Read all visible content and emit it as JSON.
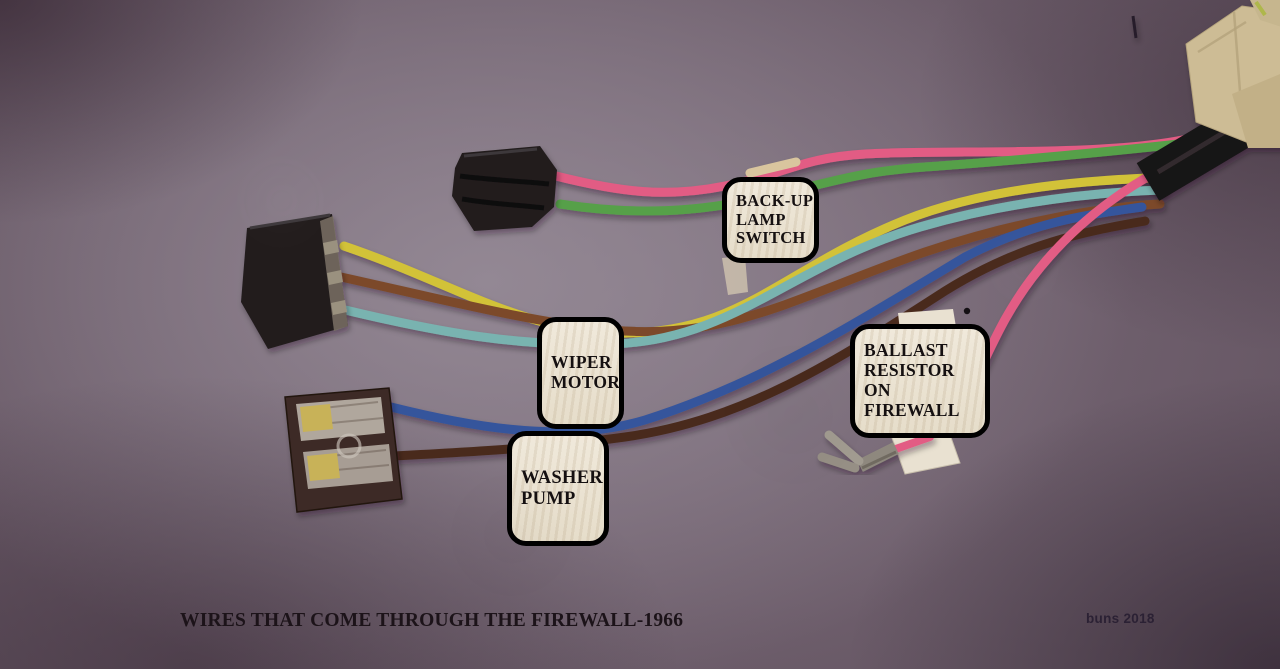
{
  "scene": {
    "type": "annotated photo of wiring harness",
    "caption": "WIRES THAT COME THROUGH THE FIREWALL-1966",
    "credit": "buns 2018"
  },
  "labels": {
    "backup_lamp_switch": {
      "line1": "BACK-UP",
      "line2": "LAMP",
      "line3": "SWITCH"
    },
    "wiper_motor": {
      "line1": "WIPER",
      "line2": "MOTOR"
    },
    "washer_pump": {
      "line1": "WASHER",
      "line2": "PUMP"
    },
    "ballast_resistor": {
      "line1": "BALLAST",
      "line2": "RESISTOR",
      "line3": "ON FIREWALL"
    }
  },
  "wires": [
    {
      "color_name": "pink",
      "to": "back-up lamp switch connector"
    },
    {
      "color_name": "green",
      "to": "back-up lamp switch connector"
    },
    {
      "color_name": "yellow",
      "to": "wiper motor connector"
    },
    {
      "color_name": "brown",
      "to": "wiper motor connector"
    },
    {
      "color_name": "teal",
      "to": "wiper motor connector"
    },
    {
      "color_name": "blue",
      "to": "washer pump connector"
    },
    {
      "color_name": "dark brown",
      "to": "washer pump connector"
    },
    {
      "color_name": "pink",
      "to": "ballast resistor spade terminal"
    }
  ],
  "colors": {
    "wires": {
      "pink": "#e25c84",
      "green": "#56a04a",
      "yellow": "#d2c239",
      "teal": "#79b3b0",
      "brown": "#7b4a2c",
      "dark_brown": "#4a2b1e",
      "blue": "#36549c",
      "splice_tape": "#d9c59e"
    },
    "connector_black": "#221d1e",
    "connector_groove": "#0f0c0d",
    "connector_highlight": "#3e383a",
    "connector_strip": "#756d60",
    "connector_slot": "#9a917f",
    "washer_body": "#3d2a26",
    "washer_window": "#b0a79d",
    "washer_terminal_brass": "#c8b259",
    "terminal_metal": "#a19b90",
    "terminal_barrel": "#8e887e",
    "tape_black": "#181314",
    "tape_masking": "#cdbc95",
    "tape_masking_shade": "#b4a37c",
    "paper": "#e9e1d1",
    "label_paper": "#ece4d4",
    "label_border": "#000000",
    "label_text": "#151011",
    "caption_text": "#1c1319",
    "credit_text": "#2b2134",
    "background_mid": "#8f8390",
    "background_edge": "#4a3a46"
  }
}
